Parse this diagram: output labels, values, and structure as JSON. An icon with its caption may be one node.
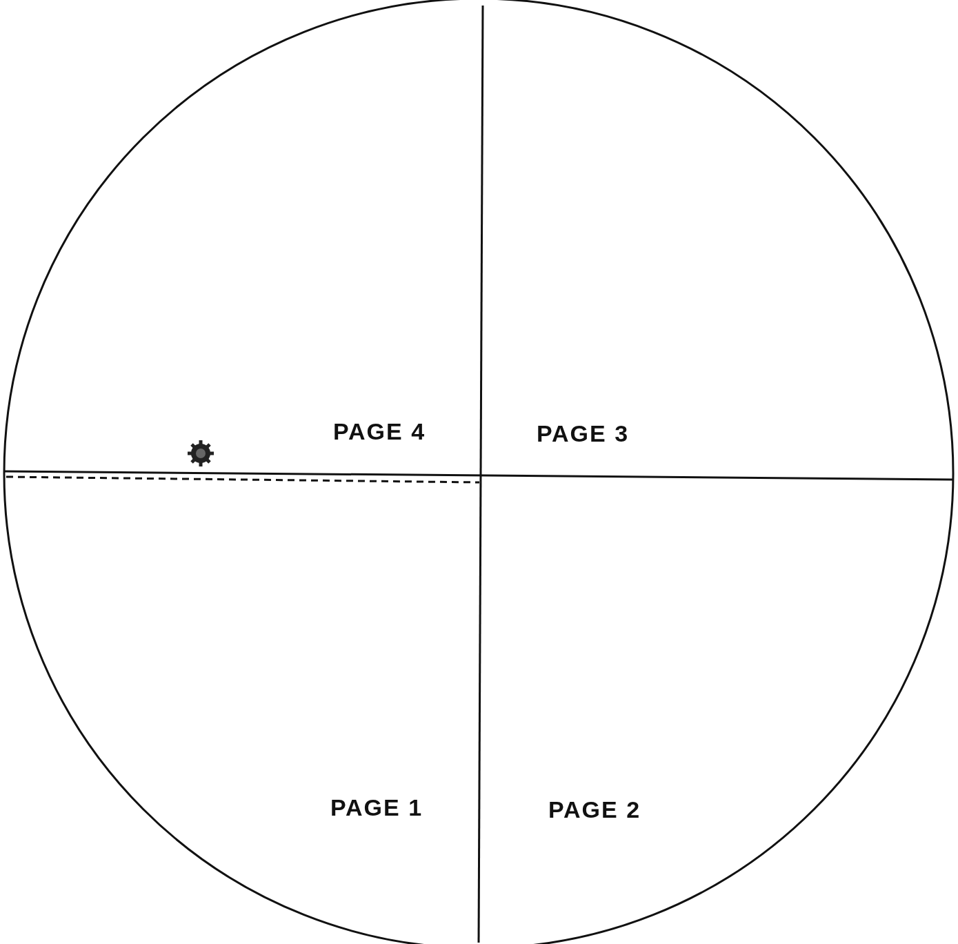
{
  "diagram": {
    "labels": [
      "PAGE 4",
      "PAGE 3",
      "PAGE 1",
      "PAGE 2"
    ]
  }
}
